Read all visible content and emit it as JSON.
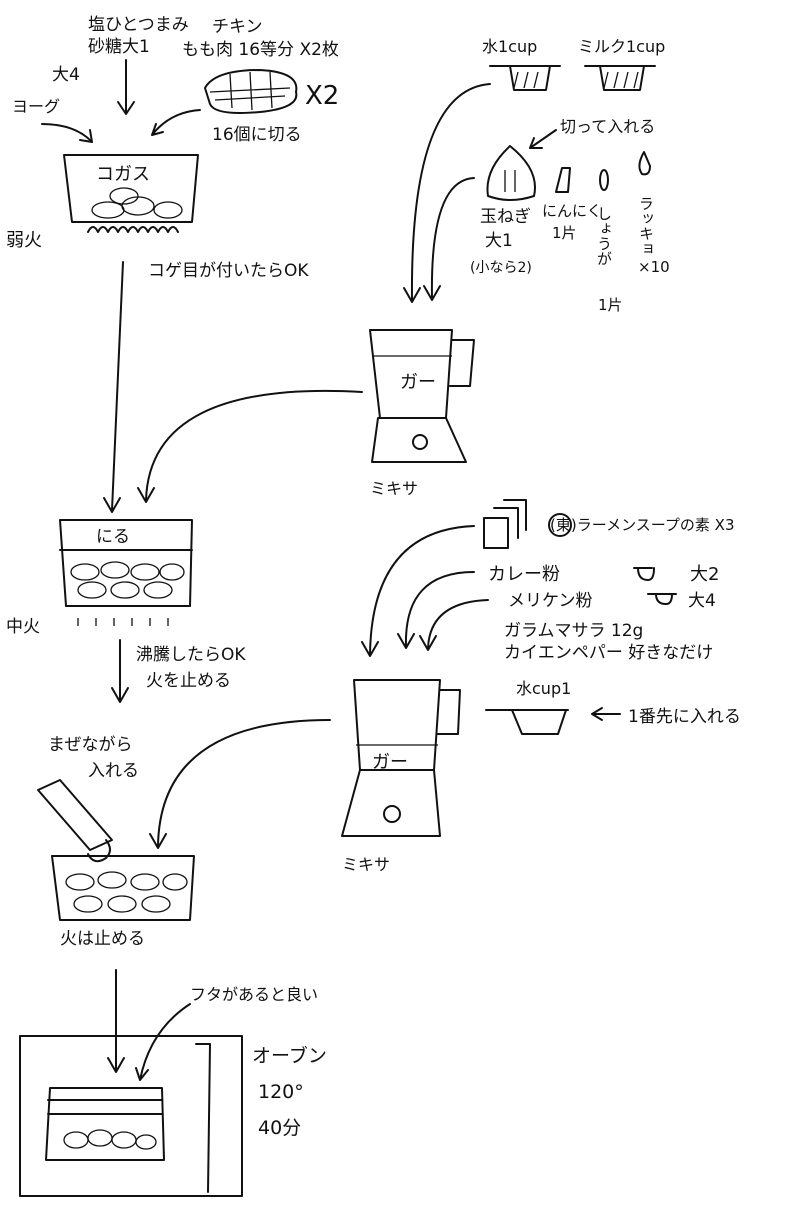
{
  "ingredients_top": {
    "salt_sugar": [
      "塩ひとつまみ",
      "砂糖大1"
    ],
    "chicken": [
      "チキン",
      "もも肉 16等分 X2枚"
    ],
    "times_two": "X2",
    "cut_16": "16個に切る",
    "yogurt": "ヨーグ",
    "yogurt_amount": "大4"
  },
  "pan1": {
    "label": "コガス",
    "heat": "弱火",
    "note": "コゲ目が付いたらOK"
  },
  "liquids": {
    "water": "水1cup",
    "milk": "ミルク1cup"
  },
  "vegetables": {
    "cut_note": "切って入れる",
    "onion": [
      "玉ねぎ",
      "大1",
      "(小なら2)"
    ],
    "garlic": [
      "にんにく",
      "1片"
    ],
    "ginger": [
      "しょうが",
      "1片"
    ],
    "rakkyo": [
      "ラッキョ",
      "×10"
    ]
  },
  "mixer1": {
    "label": "ガー",
    "caption": "ミキサ"
  },
  "pot": {
    "label": "にる",
    "heat": "中火",
    "note": [
      "沸騰したらOK",
      "火を止める"
    ]
  },
  "stir": {
    "note": [
      "まぜながら",
      "入れる"
    ],
    "heat": "火は止める"
  },
  "spices": {
    "soup": "(東)ラーメンスープの素 X3",
    "curry": "カレー粉",
    "curry_amount": "大2",
    "flour": "メリケン粉",
    "flour_amount": "大4",
    "garam": "ガラムマサラ 12g",
    "cayenne": "カイエンペパー 好きなだけ",
    "water": "水cup1",
    "first_note": "1番先に入れる"
  },
  "mixer2": {
    "label": "ガー",
    "caption": "ミキサ"
  },
  "oven": {
    "lid_note": "フタがあると良い",
    "label": "オーブン",
    "temp": "120°",
    "time": "40分"
  }
}
